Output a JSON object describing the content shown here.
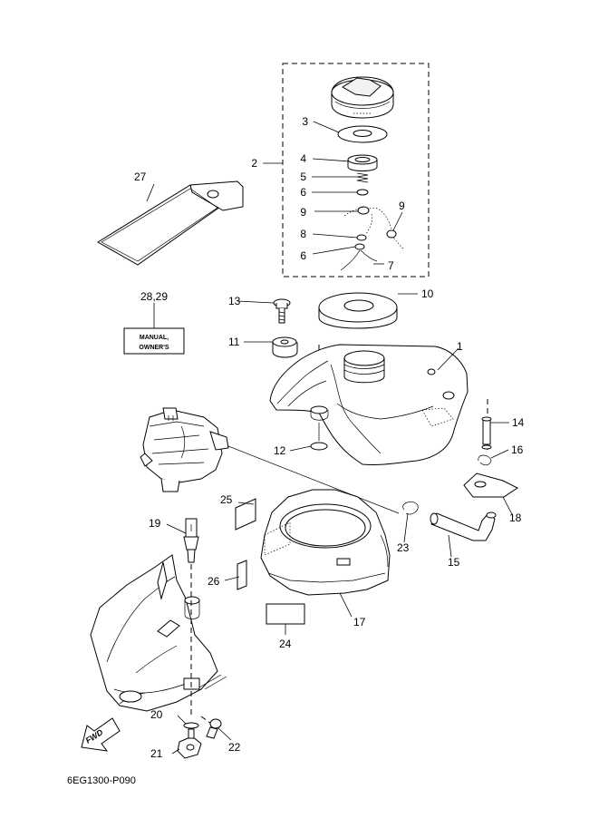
{
  "diagram_code": "6EG1300-P090",
  "sticker": {
    "line1": "MANUAL,",
    "line2": "OWNER'S"
  },
  "arrow_label": "FWD",
  "callouts": {
    "c1": "1",
    "c2": "2",
    "c3": "3",
    "c4": "4",
    "c5": "5",
    "c6a": "6",
    "c6b": "6",
    "c7": "7",
    "c8": "8",
    "c9a": "9",
    "c9b": "9",
    "c10": "10",
    "c11": "11",
    "c12": "12",
    "c13": "13",
    "c14": "14",
    "c15": "15",
    "c16": "16",
    "c17": "17",
    "c18": "18",
    "c19": "19",
    "c20": "20",
    "c21": "21",
    "c22": "22",
    "c23": "23",
    "c24": "24",
    "c25": "25",
    "c26": "26",
    "c27": "27",
    "c2829": "28,29"
  }
}
